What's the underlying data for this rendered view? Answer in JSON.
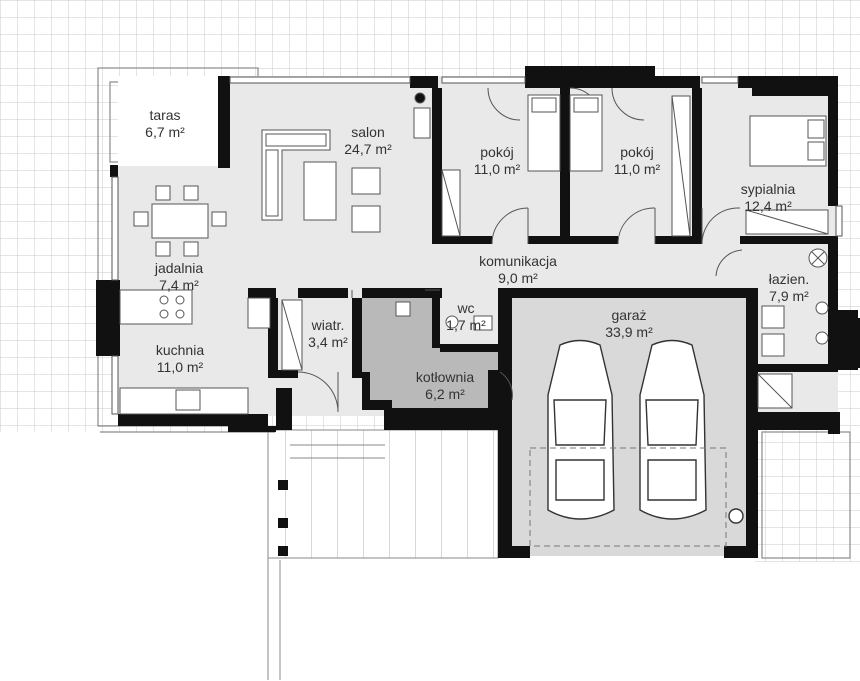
{
  "colors": {
    "wall": "#111111",
    "floor": "#e9e9e9",
    "boiler_room": "#b9b9b9",
    "garage": "#d9d9d9",
    "terrace_grid": "#c9c9c9",
    "label_text": "#333333"
  },
  "rooms": [
    {
      "name": "taras",
      "area": "6,7 m²"
    },
    {
      "name": "salon",
      "area": "24,7 m²"
    },
    {
      "name": "pokój",
      "area": "11,0 m²"
    },
    {
      "name": "pokój",
      "area": "11,0 m²"
    },
    {
      "name": "sypialnia",
      "area": "12,4 m²"
    },
    {
      "name": "jadalnia",
      "area": "7,4 m²"
    },
    {
      "name": "komunikacja",
      "area": "9,0 m²"
    },
    {
      "name": "łazien.",
      "area": "7,9 m²"
    },
    {
      "name": "garaż",
      "area": "33,9 m²"
    },
    {
      "name": "wc",
      "area": "1,7 m²"
    },
    {
      "name": "wiatr.",
      "area": "3,4 m²"
    },
    {
      "name": "kuchnia",
      "area": "11,0 m²"
    },
    {
      "name": "kotłownia",
      "area": "6,2 m²"
    }
  ]
}
